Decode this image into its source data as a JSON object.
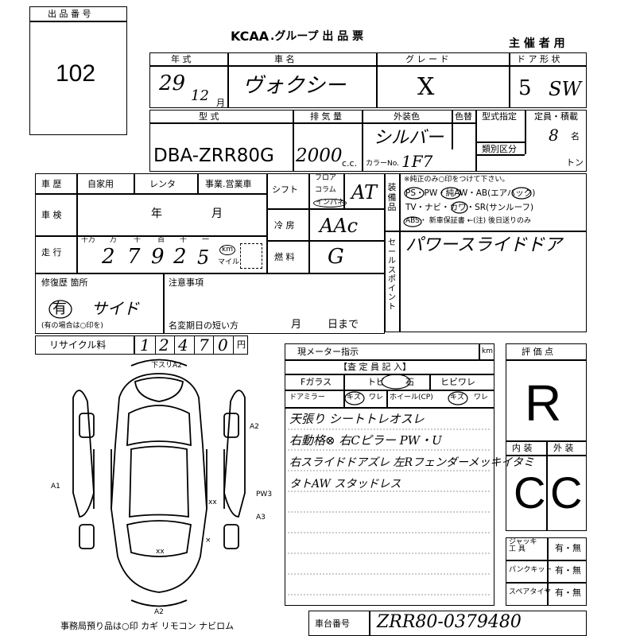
{
  "lot_box": {
    "label": "出 品 番 号",
    "number": "102"
  },
  "header": {
    "brand": "KCAA",
    "title": ".グループ 出 品 票",
    "organizer": "主 催 者 用"
  },
  "vehicle": {
    "labels": {
      "year": "年 式",
      "name": "車 名",
      "grade": "グ レ ー ド",
      "doors_type": "ド ア 形 状",
      "model": "型 式",
      "displacement": "排 気 量",
      "color": "外装色",
      "color_no": "色替",
      "model_spec": "型式指定",
      "category": "類別区分",
      "capacity": "定員・積載",
      "color_code_label": "カラーNo.",
      "cc_unit": "c.c.",
      "ton_unit": "トン",
      "seats_unit": "名",
      "month_unit": "月"
    },
    "year": "29",
    "month": "12",
    "name": "ヴォクシー",
    "grade": "X",
    "doors": "5",
    "body_type": "SW",
    "model": "DBA-ZRR80G",
    "displacement": "2000",
    "color": "シルバー",
    "color_code": "1F7",
    "capacity": "8"
  },
  "history": {
    "labels": {
      "history": "車 歴",
      "private": "自家用",
      "rental": "レンタ",
      "business": "事業.営業車",
      "inspection": "車 検",
      "year": "年",
      "month": "月",
      "mileage": "走 行",
      "km_unit": "km",
      "mile_unit": "マイル",
      "digit_labels": [
        "十万",
        "万",
        "千",
        "百",
        "十",
        "一"
      ]
    },
    "mileage_digits": [
      "2",
      "7",
      "9",
      "2",
      "5"
    ]
  },
  "shift": {
    "label": "シフト",
    "options": [
      "フロア",
      "コラム",
      "インパネ"
    ],
    "value": "AT"
  },
  "aircon": {
    "label": "冷 房",
    "value": "AAc"
  },
  "fuel": {
    "label": "燃 料",
    "value": "G"
  },
  "equipment": {
    "label": "装 備 品",
    "note": "※純正のみ○印をつけて下さい。",
    "line1": "PS・PW・純AW・AB(エアバック)",
    "line2": "TV・ナビ・カワ・SR(サンルーフ)",
    "line3": "ABS・ 新車保証書 ←(注) 後日送りのみ"
  },
  "sales_point": {
    "label": "セールスポイント",
    "text": "パワースライドドア"
  },
  "repair": {
    "label": "修復歴 箇所",
    "value": "有",
    "location": "サイド",
    "note": "(有の場合は○印を)"
  },
  "notes": {
    "label": "注意事項",
    "name_change": "名変期日の短い方",
    "month": "月",
    "day": "日まで"
  },
  "recycle": {
    "label": "リサイクル料",
    "digits": [
      "1",
      "2",
      "4",
      "7",
      "0"
    ],
    "unit": "円"
  },
  "meter": {
    "label": "現メーター指示",
    "unit": "km"
  },
  "assessment": {
    "header": "【査 定 員 記 入】",
    "glass": "Fガラス",
    "glass_opts": [
      "トビ",
      "石",
      "ヒビワレ"
    ],
    "mirror": "ドアミラー",
    "mirror_opts": [
      "キズ",
      "ワレ"
    ],
    "wheel": "ホイール(CP)",
    "wheel_opts": [
      "キズ",
      "ワレ"
    ],
    "comments": [
      "天張り シートトレオスレ",
      "右動格⊗ 右Cピラー PW・U",
      "右スライドドアズレ 左Rフェンダーメッキイタミ",
      "タトAW スタッドレス"
    ]
  },
  "score": {
    "label": "評 価 点",
    "value": "R",
    "interior_label": "内 装",
    "exterior_label": "外 装",
    "interior": "C",
    "exterior": "C"
  },
  "tools": {
    "jack_label": "ジャッキ 工 具",
    "pump_label": "パンクキット",
    "spare_label": "スペアタイヤ",
    "yes_no": "有・無"
  },
  "diagram_marks": {
    "top": "下スリA2",
    "right1": "A2",
    "left": "A1",
    "right2": "PW3",
    "right3": "A3",
    "bottom": "A2",
    "x1": "xx",
    "x2": "×",
    "x3": "xx"
  },
  "footer": {
    "items": "事務局預り品は○印 カギ リモコン ナビロム",
    "chassis_label": "車台番号",
    "chassis": "ZRR80-0379480"
  }
}
